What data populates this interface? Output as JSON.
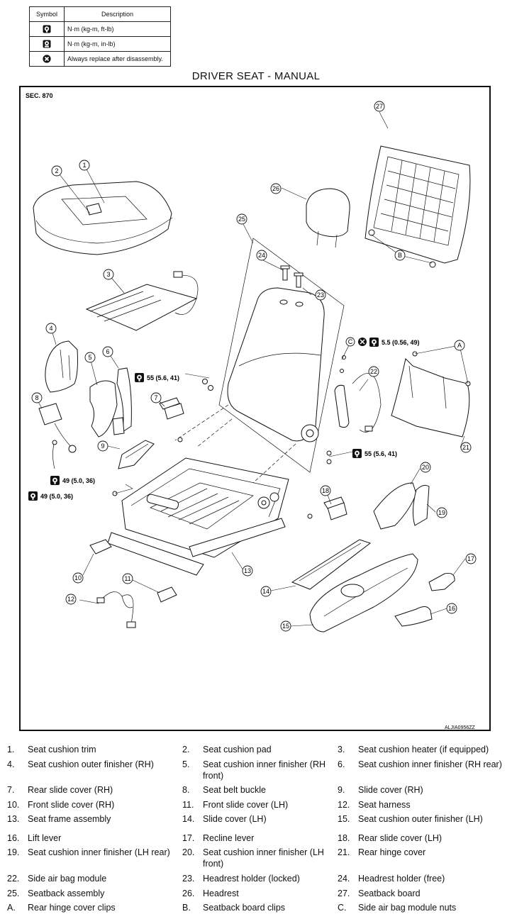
{
  "legend": {
    "header_symbol": "Symbol",
    "header_description": "Description",
    "rows": [
      {
        "icon": "torque-wrench-icon",
        "description": "N·m (kg-m, ft-lb)"
      },
      {
        "icon": "torque-wrench-small-icon",
        "description": "N·m (kg-m, in-lb)"
      },
      {
        "icon": "replace-x-icon",
        "description": "Always replace after disassembly."
      }
    ]
  },
  "title": "DRIVER SEAT - MANUAL",
  "diagram": {
    "section": "SEC. 870",
    "code": "ALJIA0956ZZ",
    "torque_labels": {
      "t55_upper": "55 (5.6, 41)",
      "t55_right": "55 (5.6, 41)",
      "t49_a": "49 (5.0, 36)",
      "t49_b": "49 (5.0, 36)",
      "t5_5": "5.5 (0.56, 49)"
    },
    "callouts": [
      "1",
      "2",
      "3",
      "4",
      "5",
      "6",
      "7",
      "8",
      "9",
      "10",
      "11",
      "12",
      "13",
      "14",
      "15",
      "16",
      "17",
      "18",
      "19",
      "20",
      "21",
      "22",
      "23",
      "24",
      "25",
      "26",
      "27",
      "A",
      "B",
      "C"
    ]
  },
  "parts": [
    {
      "num": "1.",
      "name": "Seat cushion trim"
    },
    {
      "num": "2.",
      "name": "Seat cushion pad"
    },
    {
      "num": "3.",
      "name": "Seat cushion heater (if equipped)"
    },
    {
      "num": "4.",
      "name": "Seat cushion outer finisher (RH)"
    },
    {
      "num": "5.",
      "name": "Seat cushion inner finisher (RH front)"
    },
    {
      "num": "6.",
      "name": "Seat cushion inner finisher (RH rear)"
    },
    {
      "num": "7.",
      "name": "Rear slide cover (RH)"
    },
    {
      "num": "8.",
      "name": "Seat belt buckle"
    },
    {
      "num": "9.",
      "name": "Slide cover (RH)"
    },
    {
      "num": "10.",
      "name": "Front slide cover (RH)"
    },
    {
      "num": "11.",
      "name": "Front slide cover (LH)"
    },
    {
      "num": "12.",
      "name": "Seat harness"
    },
    {
      "num": "13.",
      "name": "Seat frame assembly"
    },
    {
      "num": "14.",
      "name": "Slide cover (LH)"
    },
    {
      "num": "15.",
      "name": "Seat cushion outer finisher (LH)"
    },
    {
      "num": "16.",
      "name": "Lift lever"
    },
    {
      "num": "17.",
      "name": "Recline lever"
    },
    {
      "num": "18.",
      "name": "Rear slide cover (LH)"
    },
    {
      "num": "19.",
      "name": "Seat cushion inner finisher (LH rear)"
    },
    {
      "num": "20.",
      "name": "Seat cushion inner finisher (LH front)"
    },
    {
      "num": "21.",
      "name": "Rear hinge cover"
    },
    {
      "num": "22.",
      "name": "Side air bag module"
    },
    {
      "num": "23.",
      "name": "Headrest holder (locked)"
    },
    {
      "num": "24.",
      "name": "Headrest holder (free)"
    },
    {
      "num": "25.",
      "name": "Seatback assembly"
    },
    {
      "num": "26.",
      "name": "Headrest"
    },
    {
      "num": "27.",
      "name": "Seatback board"
    },
    {
      "num": "A.",
      "name": "Rear hinge cover clips"
    },
    {
      "num": "B.",
      "name": "Seatback board clips"
    },
    {
      "num": "C.",
      "name": "Side air bag module nuts"
    }
  ]
}
